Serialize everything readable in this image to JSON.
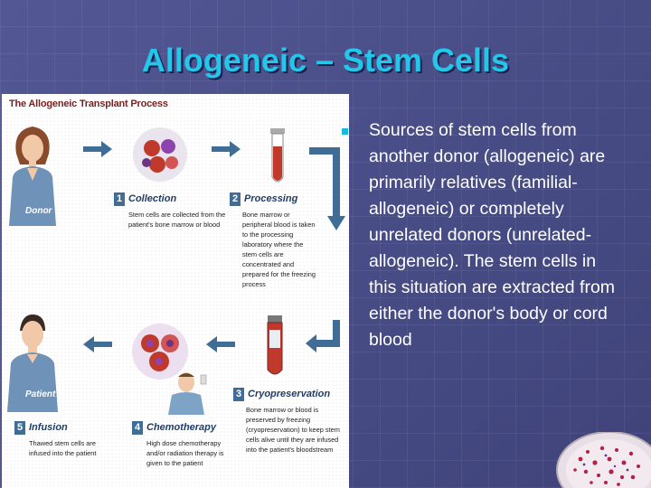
{
  "slide": {
    "title": "Allogeneic – Stem Cells",
    "bullet": "Sources of stem cells from another donor (allogeneic) are primarily relatives (familial-allogeneic) or completely unrelated donors (unrelated-allogeneic). The stem cells in this situation are extracted from either the donor's body or cord blood"
  },
  "figure": {
    "title": "The Allogeneic Transplant Process",
    "donor_label": "Donor",
    "patient_label": "Patient",
    "steps": [
      {
        "num": "1",
        "title": "Collection",
        "desc": "Stem cells are collected from the patient's bone marrow or blood"
      },
      {
        "num": "2",
        "title": "Processing",
        "desc": "Bone marrow or peripheral blood is taken to the processing laboratory where the stem cells are concentrated and prepared for the freezing process"
      },
      {
        "num": "3",
        "title": "Cryopreservation",
        "desc": "Bone marrow or blood is preserved by freezing (cryopreservation) to keep stem cells alive until they are infused into the patient's bloodstream"
      },
      {
        "num": "4",
        "title": "Chemotherapy",
        "desc": "High dose chemotherapy and/or radiation therapy is given to the patient"
      },
      {
        "num": "5",
        "title": "Infusion",
        "desc": "Thawed stem cells are infused into the patient"
      }
    ],
    "colors": {
      "step_box": "#3f6d96",
      "arrow": "#3f6d96",
      "title": "#7a1f1f"
    }
  }
}
